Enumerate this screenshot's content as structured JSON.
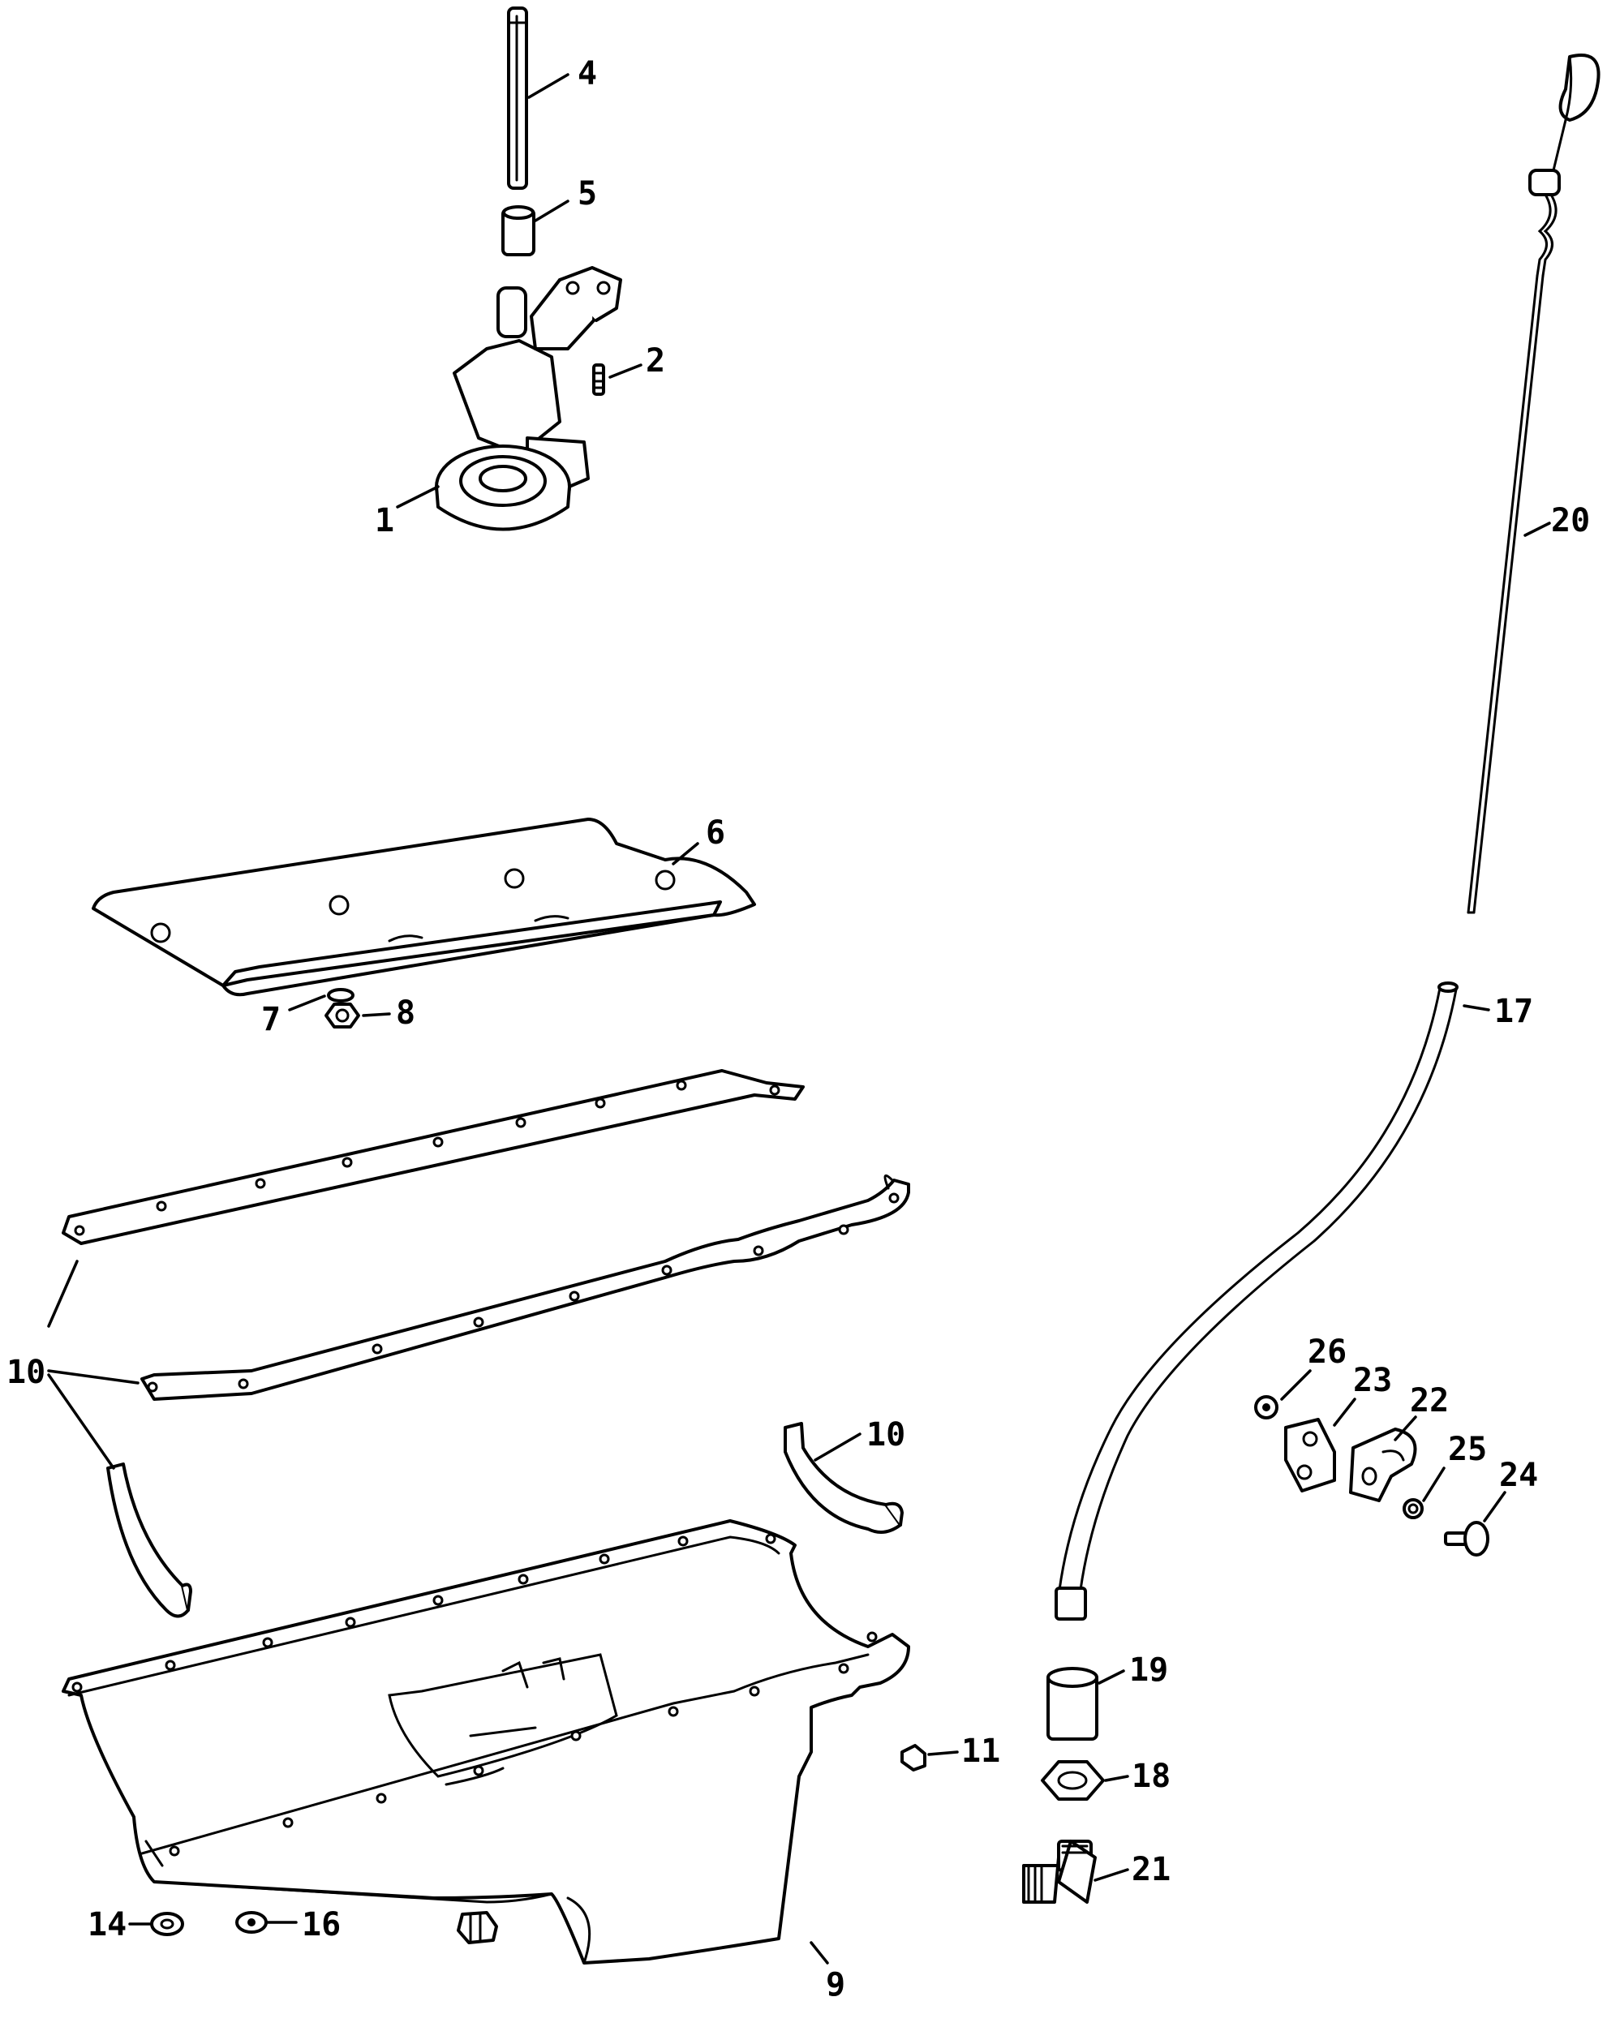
{
  "diagram": {
    "callouts": {
      "c1": "1",
      "c2": "2",
      "c4": "4",
      "c5": "5",
      "c6": "6",
      "c7": "7",
      "c8": "8",
      "c9": "9",
      "c10a": "10",
      "c10b": "10",
      "c11": "11",
      "c14": "14",
      "c16": "16",
      "c17": "17",
      "c18": "18",
      "c19": "19",
      "c20": "20",
      "c21": "21",
      "c22": "22",
      "c23": "23",
      "c24": "24",
      "c25": "25",
      "c26": "26"
    }
  }
}
